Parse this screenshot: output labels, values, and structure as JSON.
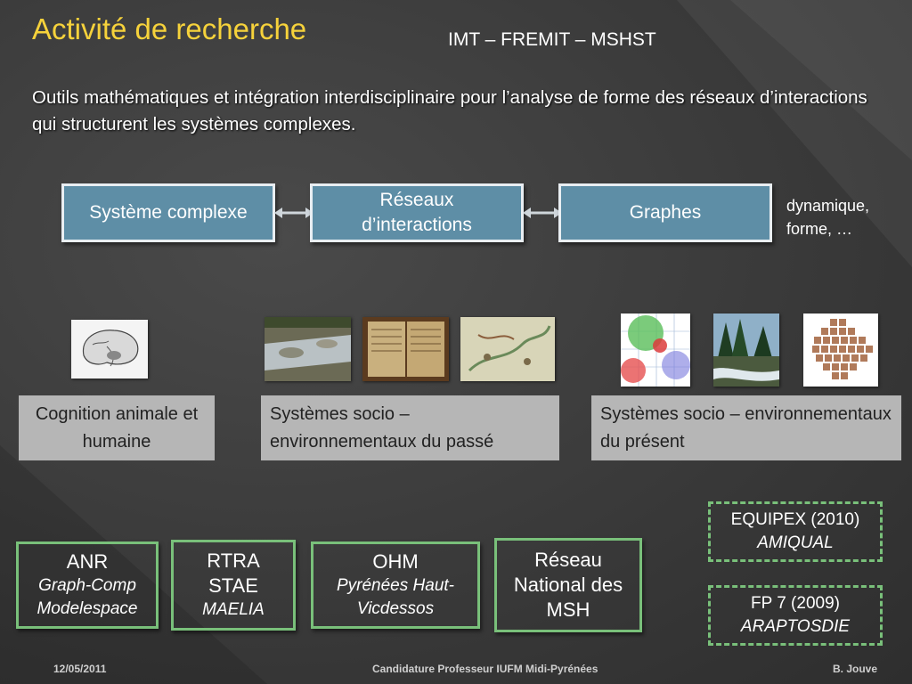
{
  "slide": {
    "title": "Activité de recherche",
    "subtitle": "IMT – FREMIT – MSHST",
    "intro": "Outils mathématiques et intégration interdisciplinaire pour l’analyse de forme des réseaux d’interactions qui structurent les systèmes complexes."
  },
  "flow": {
    "boxes": [
      "Système complexe",
      "Réseaux d’interactions",
      "Graphes"
    ],
    "side_note": "dynamique, forme, …"
  },
  "domains": [
    {
      "label": "Cognition animale et humaine"
    },
    {
      "label": "Systèmes socio – environnementaux du passé"
    },
    {
      "label": "Systèmes socio – environnementaux du présent"
    }
  ],
  "projects": [
    {
      "line1": "ANR",
      "line2": "Graph-Comp",
      "line3": "Modelespace"
    },
    {
      "line1": "RTRA",
      "line2": "STAE",
      "line3": "MAELIA"
    },
    {
      "line1": "OHM",
      "line2": "Pyrénées Haut-",
      "line3": "Vicdessos"
    },
    {
      "line1": "Réseau",
      "line2": "National des",
      "line3": "MSH"
    }
  ],
  "dashed": [
    {
      "line1": "EQUIPEX (2010)",
      "line2": "AMIQUAL"
    },
    {
      "line1": "FP 7 (2009)",
      "line2": "ARAPTOSDIE"
    }
  ],
  "footer": {
    "date": "12/05/2011",
    "center": "Candidature Professeur IUFM Midi-Pyrénées",
    "author": "B. Jouve"
  },
  "icons": [
    "brain-image",
    "river-image",
    "manuscript-image",
    "map-image",
    "circles-chart-image",
    "forest-stream-image",
    "faces-network-image"
  ],
  "colors": {
    "title": "#f6d23b",
    "blue_box": "#5e8ea6",
    "green_border": "#79c07a",
    "gray_box": "#b6b6b6"
  }
}
